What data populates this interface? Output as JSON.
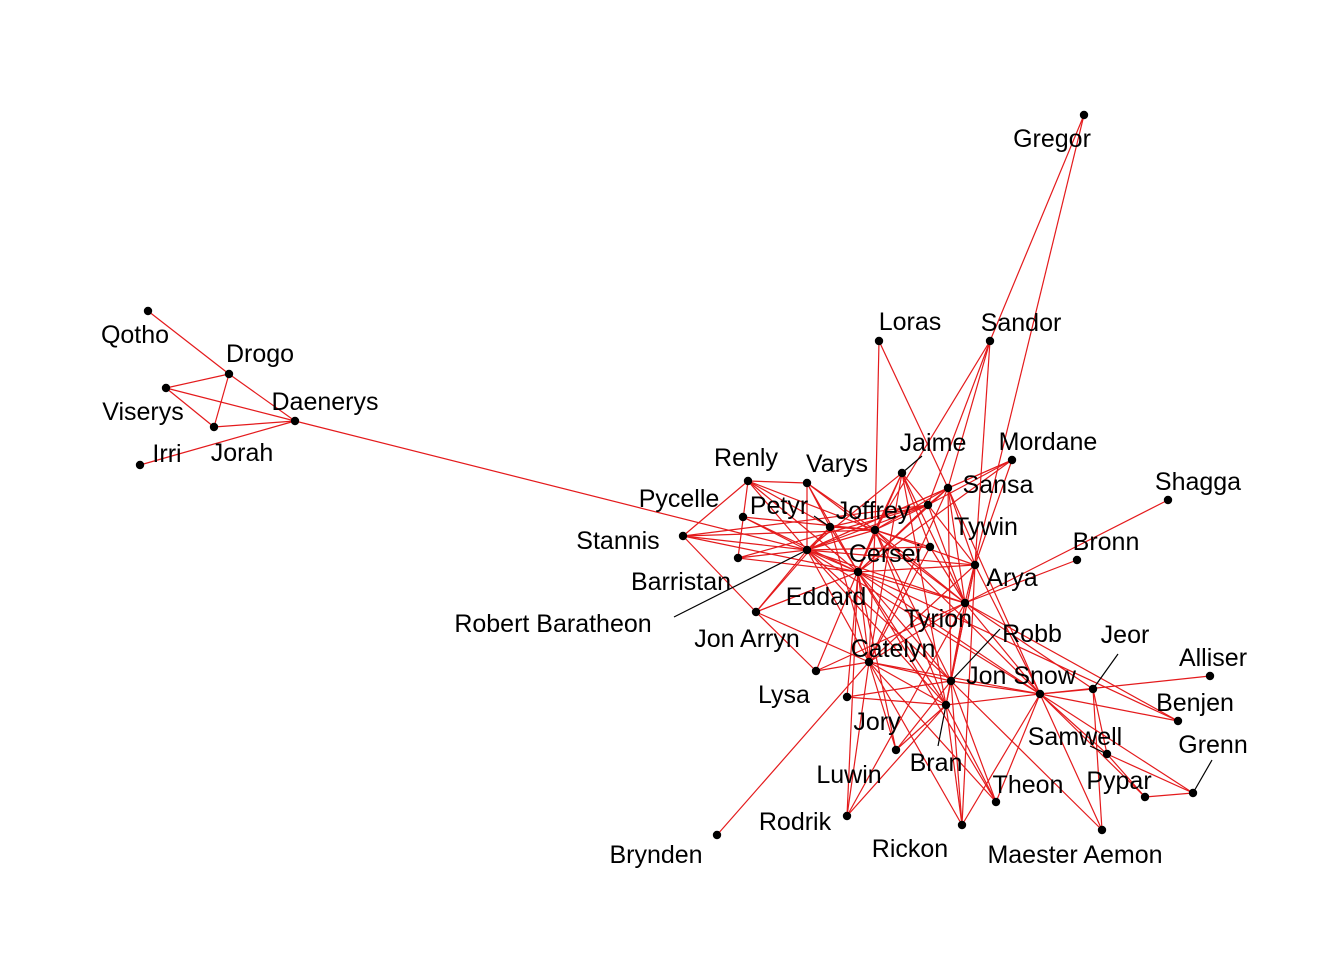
{
  "diagram": {
    "type": "network-graph",
    "edge_color": "#e41a1c",
    "node_color": "#000000",
    "label_color": "#000000",
    "background": "#ffffff",
    "nodes": [
      {
        "id": "gregor",
        "label": "Gregor"
      },
      {
        "id": "loras",
        "label": "Loras"
      },
      {
        "id": "sandor",
        "label": "Sandor"
      },
      {
        "id": "qotho",
        "label": "Qotho"
      },
      {
        "id": "drogo",
        "label": "Drogo"
      },
      {
        "id": "viserys",
        "label": "Viserys"
      },
      {
        "id": "daenerys",
        "label": "Daenerys"
      },
      {
        "id": "irri",
        "label": "Irri"
      },
      {
        "id": "jorah",
        "label": "Jorah"
      },
      {
        "id": "jaime",
        "label": "Jaime"
      },
      {
        "id": "mordane",
        "label": "Mordane"
      },
      {
        "id": "renly",
        "label": "Renly"
      },
      {
        "id": "varys",
        "label": "Varys"
      },
      {
        "id": "sansa",
        "label": "Sansa"
      },
      {
        "id": "shagga",
        "label": "Shagga"
      },
      {
        "id": "pycelle",
        "label": "Pycelle"
      },
      {
        "id": "petyr",
        "label": "Petyr"
      },
      {
        "id": "joffrey",
        "label": "Joffrey"
      },
      {
        "id": "tywin",
        "label": "Tywin"
      },
      {
        "id": "stannis",
        "label": "Stannis"
      },
      {
        "id": "cersei",
        "label": "Cersei"
      },
      {
        "id": "bronn",
        "label": "Bronn"
      },
      {
        "id": "barristan",
        "label": "Barristan"
      },
      {
        "id": "arya",
        "label": "Arya"
      },
      {
        "id": "eddard",
        "label": "Eddard"
      },
      {
        "id": "robert",
        "label": "Robert Baratheon"
      },
      {
        "id": "tyrion",
        "label": "Tyrion"
      },
      {
        "id": "robb",
        "label": "Robb"
      },
      {
        "id": "jeor",
        "label": "Jeor"
      },
      {
        "id": "jon_arryn",
        "label": "Jon Arryn"
      },
      {
        "id": "catelyn",
        "label": "Catelyn"
      },
      {
        "id": "alliser",
        "label": "Alliser"
      },
      {
        "id": "jon_snow",
        "label": "Jon Snow"
      },
      {
        "id": "lysa",
        "label": "Lysa"
      },
      {
        "id": "benjen",
        "label": "Benjen"
      },
      {
        "id": "jory",
        "label": "Jory"
      },
      {
        "id": "samwell",
        "label": "Samwell"
      },
      {
        "id": "grenn",
        "label": "Grenn"
      },
      {
        "id": "luwin",
        "label": "Luwin"
      },
      {
        "id": "bran",
        "label": "Bran"
      },
      {
        "id": "theon",
        "label": "Theon"
      },
      {
        "id": "pypar",
        "label": "Pypar"
      },
      {
        "id": "rodrik",
        "label": "Rodrik"
      },
      {
        "id": "rickon",
        "label": "Rickon"
      },
      {
        "id": "brynden",
        "label": "Brynden"
      },
      {
        "id": "maester_aemon",
        "label": "Maester Aemon"
      }
    ],
    "edges": [
      [
        "qotho",
        "drogo"
      ],
      [
        "drogo",
        "viserys"
      ],
      [
        "drogo",
        "jorah"
      ],
      [
        "drogo",
        "daenerys"
      ],
      [
        "viserys",
        "jorah"
      ],
      [
        "viserys",
        "daenerys"
      ],
      [
        "jorah",
        "daenerys"
      ],
      [
        "irri",
        "daenerys"
      ],
      [
        "daenerys",
        "robert"
      ],
      [
        "gregor",
        "sandor"
      ],
      [
        "gregor",
        "tyrion"
      ],
      [
        "loras",
        "cersei"
      ],
      [
        "loras",
        "sansa"
      ],
      [
        "sandor",
        "joffrey"
      ],
      [
        "sandor",
        "sansa"
      ],
      [
        "sandor",
        "arya"
      ],
      [
        "sandor",
        "cersei"
      ],
      [
        "renly",
        "petyr"
      ],
      [
        "renly",
        "robert"
      ],
      [
        "renly",
        "eddard"
      ],
      [
        "renly",
        "cersei"
      ],
      [
        "renly",
        "varys"
      ],
      [
        "renly",
        "barristan"
      ],
      [
        "varys",
        "petyr"
      ],
      [
        "varys",
        "eddard"
      ],
      [
        "varys",
        "robert"
      ],
      [
        "varys",
        "cersei"
      ],
      [
        "varys",
        "tyrion"
      ],
      [
        "pycelle",
        "eddard"
      ],
      [
        "pycelle",
        "robert"
      ],
      [
        "pycelle",
        "cersei"
      ],
      [
        "petyr",
        "eddard"
      ],
      [
        "petyr",
        "cersei"
      ],
      [
        "petyr",
        "robert"
      ],
      [
        "petyr",
        "joffrey"
      ],
      [
        "petyr",
        "catelyn"
      ],
      [
        "petyr",
        "jon_arryn"
      ],
      [
        "stannis",
        "robert"
      ],
      [
        "stannis",
        "eddard"
      ],
      [
        "stannis",
        "cersei"
      ],
      [
        "stannis",
        "renly"
      ],
      [
        "stannis",
        "jon_arryn"
      ],
      [
        "stannis",
        "joffrey"
      ],
      [
        "barristan",
        "robert"
      ],
      [
        "barristan",
        "eddard"
      ],
      [
        "barristan",
        "joffrey"
      ],
      [
        "jaime",
        "cersei"
      ],
      [
        "jaime",
        "robert"
      ],
      [
        "jaime",
        "tyrion"
      ],
      [
        "jaime",
        "joffrey"
      ],
      [
        "jaime",
        "tywin"
      ],
      [
        "jaime",
        "eddard"
      ],
      [
        "jaime",
        "catelyn"
      ],
      [
        "jaime",
        "bran"
      ],
      [
        "mordane",
        "sansa"
      ],
      [
        "mordane",
        "arya"
      ],
      [
        "mordane",
        "eddard"
      ],
      [
        "mordane",
        "joffrey"
      ],
      [
        "mordane",
        "robert"
      ],
      [
        "sansa",
        "joffrey"
      ],
      [
        "sansa",
        "eddard"
      ],
      [
        "sansa",
        "arya"
      ],
      [
        "sansa",
        "cersei"
      ],
      [
        "sansa",
        "robert"
      ],
      [
        "sansa",
        "catelyn"
      ],
      [
        "sansa",
        "robb"
      ],
      [
        "sansa",
        "jon_snow"
      ],
      [
        "sansa",
        "tyrion"
      ],
      [
        "joffrey",
        "cersei"
      ],
      [
        "joffrey",
        "robert"
      ],
      [
        "joffrey",
        "tyrion"
      ],
      [
        "joffrey",
        "eddard"
      ],
      [
        "joffrey",
        "arya"
      ],
      [
        "tywin",
        "tyrion"
      ],
      [
        "tywin",
        "cersei"
      ],
      [
        "tywin",
        "robert"
      ],
      [
        "tywin",
        "catelyn"
      ],
      [
        "cersei",
        "robert"
      ],
      [
        "cersei",
        "eddard"
      ],
      [
        "cersei",
        "tyrion"
      ],
      [
        "cersei",
        "catelyn"
      ],
      [
        "cersei",
        "arya"
      ],
      [
        "cersei",
        "bran"
      ],
      [
        "cersei",
        "jon_snow"
      ],
      [
        "cersei",
        "robb"
      ],
      [
        "cersei",
        "lysa"
      ],
      [
        "eddard",
        "robert"
      ],
      [
        "eddard",
        "catelyn"
      ],
      [
        "eddard",
        "arya"
      ],
      [
        "eddard",
        "jon_snow"
      ],
      [
        "eddard",
        "robb"
      ],
      [
        "eddard",
        "bran"
      ],
      [
        "eddard",
        "tyrion"
      ],
      [
        "eddard",
        "jory"
      ],
      [
        "eddard",
        "jon_arryn"
      ],
      [
        "eddard",
        "luwin"
      ],
      [
        "eddard",
        "rodrik"
      ],
      [
        "eddard",
        "theon"
      ],
      [
        "eddard",
        "benjen"
      ],
      [
        "robert",
        "catelyn"
      ],
      [
        "robert",
        "jon_arryn"
      ],
      [
        "robert",
        "jon_snow"
      ],
      [
        "robert",
        "arya"
      ],
      [
        "robert",
        "tyrion"
      ],
      [
        "robert",
        "bran"
      ],
      [
        "robert",
        "robb"
      ],
      [
        "arya",
        "jon_snow"
      ],
      [
        "arya",
        "catelyn"
      ],
      [
        "arya",
        "robb"
      ],
      [
        "arya",
        "bran"
      ],
      [
        "arya",
        "rickon"
      ],
      [
        "tyrion",
        "catelyn"
      ],
      [
        "tyrion",
        "bronn"
      ],
      [
        "tyrion",
        "shagga"
      ],
      [
        "tyrion",
        "jon_snow"
      ],
      [
        "tyrion",
        "robb"
      ],
      [
        "tyrion",
        "bran"
      ],
      [
        "tyrion",
        "lysa"
      ],
      [
        "tyrion",
        "rodrik"
      ],
      [
        "tyrion",
        "benjen"
      ],
      [
        "tyrion",
        "jeor"
      ],
      [
        "catelyn",
        "robb"
      ],
      [
        "catelyn",
        "bran"
      ],
      [
        "catelyn",
        "lysa"
      ],
      [
        "catelyn",
        "rodrik"
      ],
      [
        "catelyn",
        "jon_arryn"
      ],
      [
        "catelyn",
        "luwin"
      ],
      [
        "catelyn",
        "brynden"
      ],
      [
        "catelyn",
        "rickon"
      ],
      [
        "catelyn",
        "jon_snow"
      ],
      [
        "catelyn",
        "theon"
      ],
      [
        "robb",
        "jon_snow"
      ],
      [
        "robb",
        "bran"
      ],
      [
        "robb",
        "theon"
      ],
      [
        "robb",
        "luwin"
      ],
      [
        "robb",
        "rickon"
      ],
      [
        "robb",
        "jory"
      ],
      [
        "robb",
        "maester_aemon"
      ],
      [
        "jon_snow",
        "jeor"
      ],
      [
        "jon_snow",
        "alliser"
      ],
      [
        "jon_snow",
        "benjen"
      ],
      [
        "jon_snow",
        "samwell"
      ],
      [
        "jon_snow",
        "grenn"
      ],
      [
        "jon_snow",
        "pypar"
      ],
      [
        "jon_snow",
        "maester_aemon"
      ],
      [
        "jon_snow",
        "bran"
      ],
      [
        "jon_snow",
        "rickon"
      ],
      [
        "jon_snow",
        "theon"
      ],
      [
        "jeor",
        "maester_aemon"
      ],
      [
        "jeor",
        "samwell"
      ],
      [
        "bran",
        "luwin"
      ],
      [
        "bran",
        "rickon"
      ],
      [
        "bran",
        "theon"
      ],
      [
        "bran",
        "rodrik"
      ],
      [
        "bran",
        "jory"
      ],
      [
        "samwell",
        "pypar"
      ],
      [
        "samwell",
        "grenn"
      ],
      [
        "grenn",
        "pypar"
      ],
      [
        "jon_arryn",
        "lysa"
      ],
      [
        "jon_arryn",
        "eddard"
      ]
    ]
  }
}
